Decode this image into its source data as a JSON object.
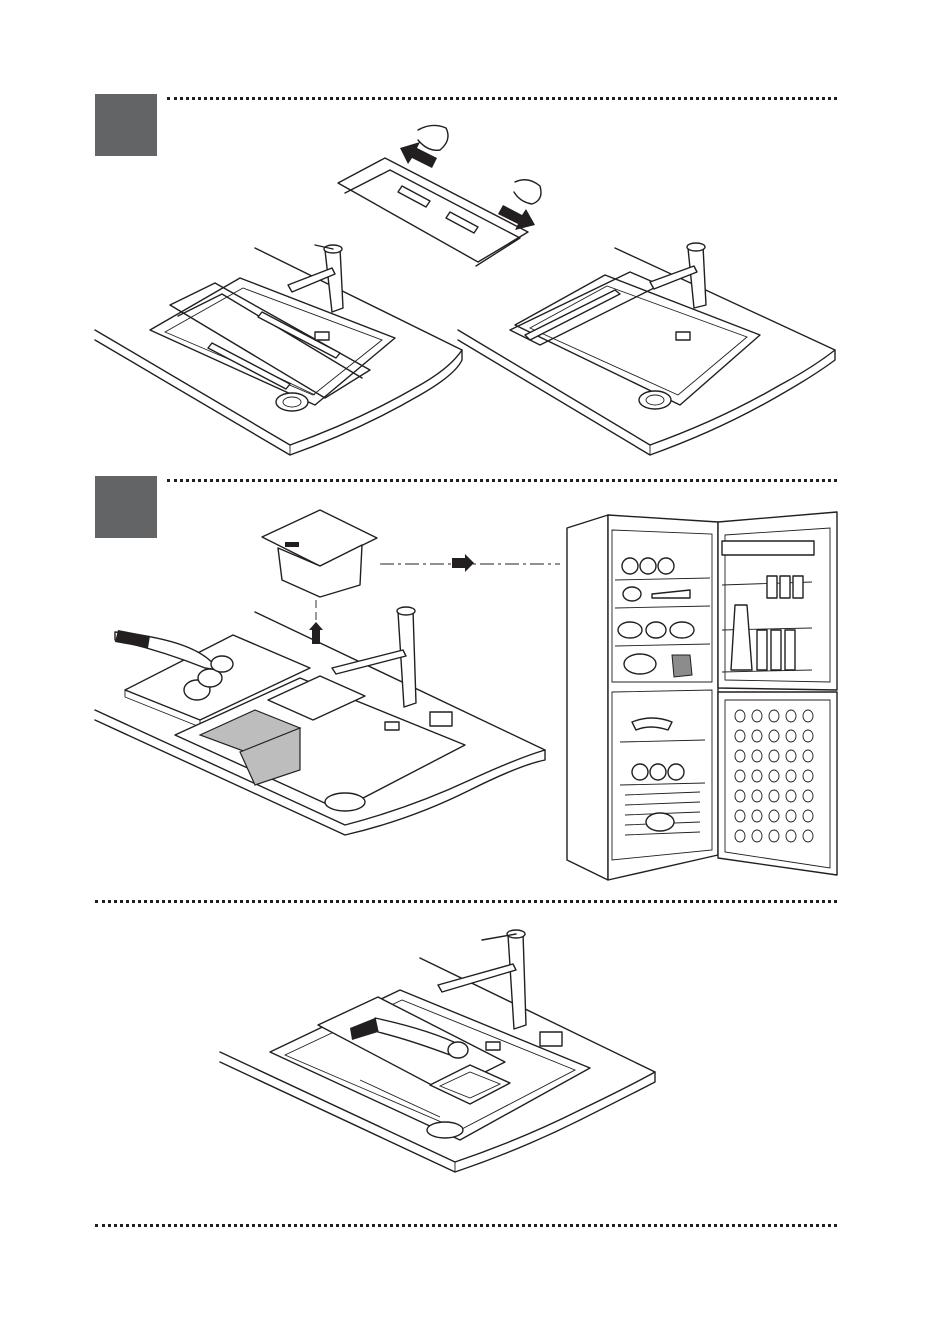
{
  "colors": {
    "step_block": "#636466",
    "line": "#231f20",
    "divider": "#231f20",
    "background": "#ffffff"
  },
  "illustrations": [
    "sink-with-extendable-rack",
    "telescopic-rack-extending",
    "sink-with-rack-fitted",
    "container-to-refrigerator",
    "open-refrigerator",
    "sink-with-accessories-stored"
  ]
}
